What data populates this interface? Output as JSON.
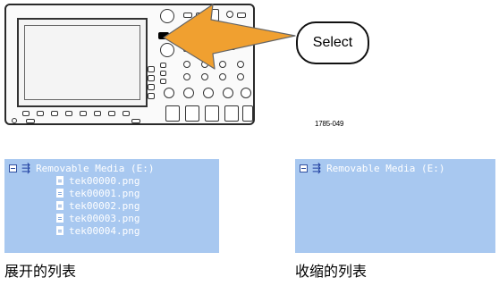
{
  "callout": {
    "select_label": "Select"
  },
  "figure_id": "1785-049",
  "expanded_panel": {
    "root_label": "Removable Media (E:)",
    "files": [
      "tek00000.png",
      "tek00001.png",
      "tek00002.png",
      "tek00003.png",
      "tek00004.png"
    ],
    "caption": "展开的列表"
  },
  "collapsed_panel": {
    "root_label": "Removable Media (E:)",
    "caption": "收缩的列表"
  },
  "colors": {
    "arrow": "#f0a030",
    "panel_bg": "#a8c8f0"
  },
  "icons": [
    "usb-icon",
    "file-icon",
    "tree-collapse-icon",
    "arrow-icon"
  ]
}
